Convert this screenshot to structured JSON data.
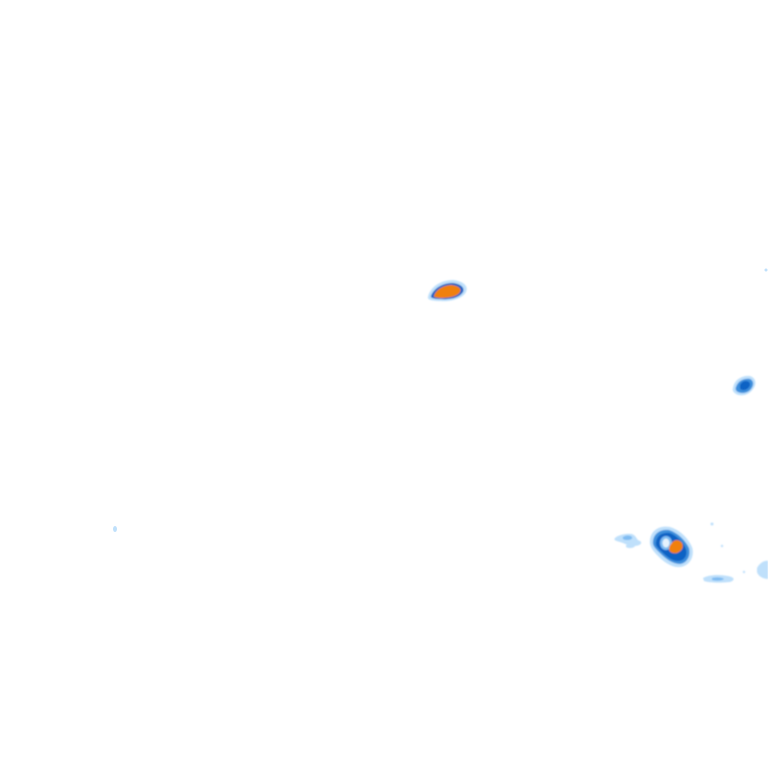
{
  "map": {
    "type": "precipitation-radar-tile",
    "background_color": "#ffffff",
    "legend_colors": {
      "light": "#bfe0fb",
      "light_mid": "#7fbcf2",
      "moderate": "#3d8fdc",
      "heavy": "#0f62c4",
      "intense": "#f08010"
    },
    "cells": [
      {
        "name": "cell-center",
        "max_intensity": "intense"
      },
      {
        "name": "cell-east",
        "max_intensity": "heavy"
      },
      {
        "name": "cell-southeast",
        "max_intensity": "intense"
      },
      {
        "name": "cell-west-speck",
        "max_intensity": "light"
      },
      {
        "name": "cell-southeast-fringe",
        "max_intensity": "light"
      }
    ]
  }
}
